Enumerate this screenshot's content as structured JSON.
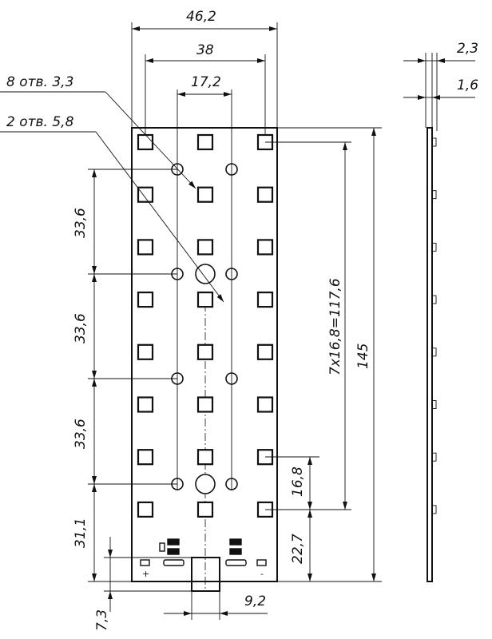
{
  "dimensions": {
    "overall_width": "46,2",
    "pad_pitch_x": "38",
    "hole_pitch_x": "17,2",
    "hole_note_small": "8 отв.  3,3",
    "hole_note_large": "2 отв.  5,8",
    "hole_pitch_y_1": "33,6",
    "hole_pitch_y_2": "33,6",
    "hole_pitch_y_3": "33,6",
    "bottom_hole_offset": "31,1",
    "bottom_tab_offset": "7,3",
    "tab_width": "9,2",
    "pad_pitch_chain": "7х16,8=117,6",
    "overall_length": "145",
    "last_row_offset": "16,8",
    "pad_to_edge": "22,7",
    "side_thickness_total": "2,3",
    "side_thickness_board": "1,6"
  },
  "labels": {
    "plus": "+",
    "minus": "-"
  }
}
